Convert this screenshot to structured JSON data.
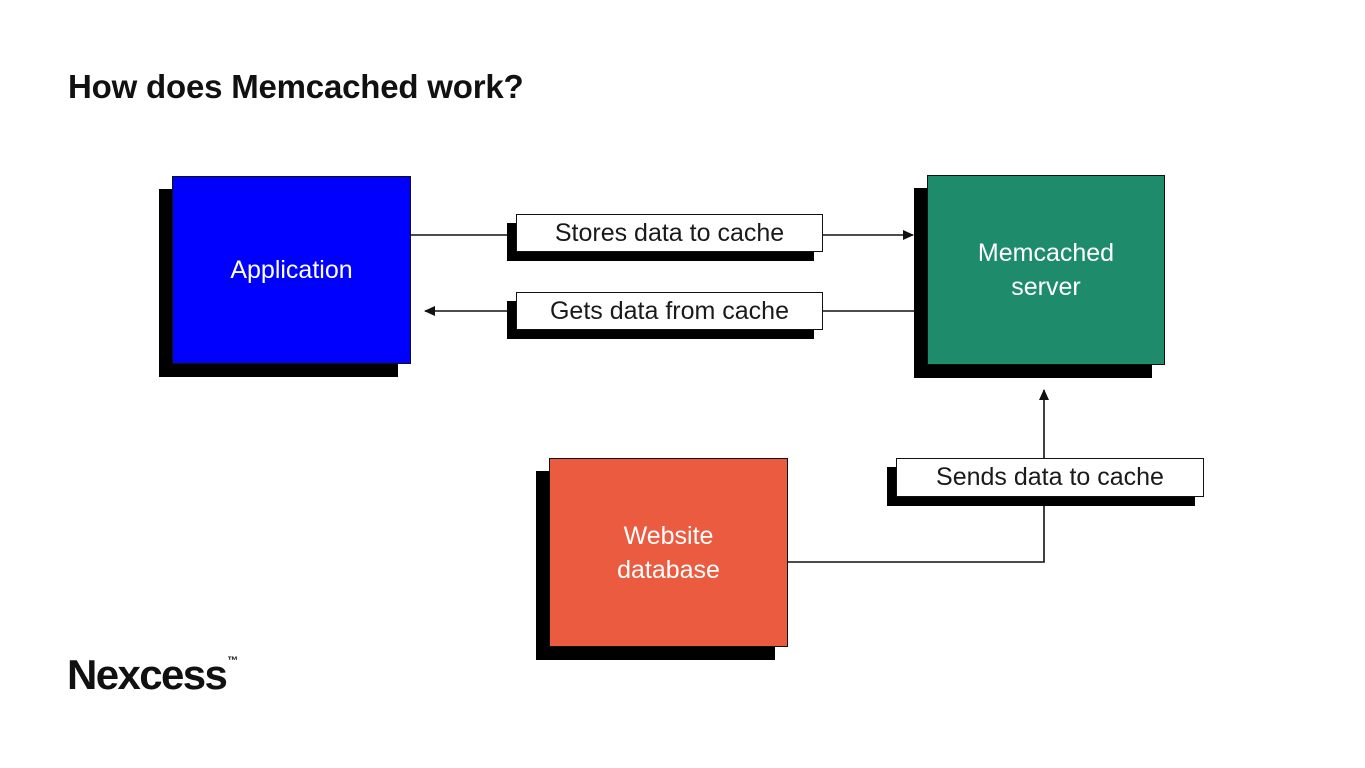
{
  "slide": {
    "title": "How does Memcached work?",
    "background_color": "#ffffff",
    "brand": {
      "name": "Nexcess",
      "trademark": "™"
    }
  },
  "colors": {
    "application": "#0000ff",
    "memcached": "#1e8c6b",
    "database": "#eb5b40",
    "shadow": "#000000",
    "stroke": "#111111",
    "chip_background": "#ffffff",
    "node_text": "#ffffff",
    "chip_text": "#1a1a1a"
  },
  "diagram": {
    "type": "flow-diagram",
    "nodes": [
      {
        "id": "application",
        "label": "Application",
        "color": "#0000ff",
        "text_color": "#ffffff"
      },
      {
        "id": "memcached",
        "label_line1": "Memcached",
        "label_line2": "server",
        "color": "#1e8c6b",
        "text_color": "#ffffff"
      },
      {
        "id": "database",
        "label_line1": "Website",
        "label_line2": "database",
        "color": "#eb5b40",
        "text_color": "#ffffff"
      }
    ],
    "edges": [
      {
        "id": "stores",
        "label": "Stores data to cache",
        "from": "application",
        "to": "memcached",
        "direction": "right"
      },
      {
        "id": "gets",
        "label": "Gets data from cache",
        "from": "memcached",
        "to": "application",
        "direction": "left"
      },
      {
        "id": "sends",
        "label": "Sends data to cache",
        "from": "database",
        "to": "memcached",
        "direction": "up"
      }
    ]
  }
}
